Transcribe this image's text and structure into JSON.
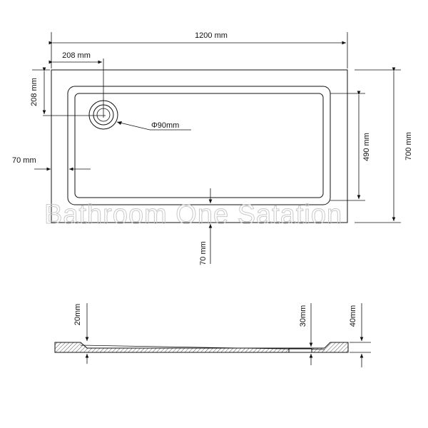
{
  "dimensions": {
    "overall_width": "1200 mm",
    "waste_offset_x": "208 mm",
    "waste_offset_y": "208 mm",
    "waste_diameter": "Φ90mm",
    "left_rim": "70 mm",
    "inner_depth": "490 mm",
    "overall_depth": "700 mm",
    "bottom_rim": "70 mm"
  },
  "section": {
    "rim_height": "20mm",
    "waste_height": "30mm",
    "total_height": "40mm"
  },
  "watermark": "Bathroom One Satation",
  "colors": {
    "line": "#111111",
    "watermark": "#c9c9c9",
    "hatch": "#555555"
  }
}
